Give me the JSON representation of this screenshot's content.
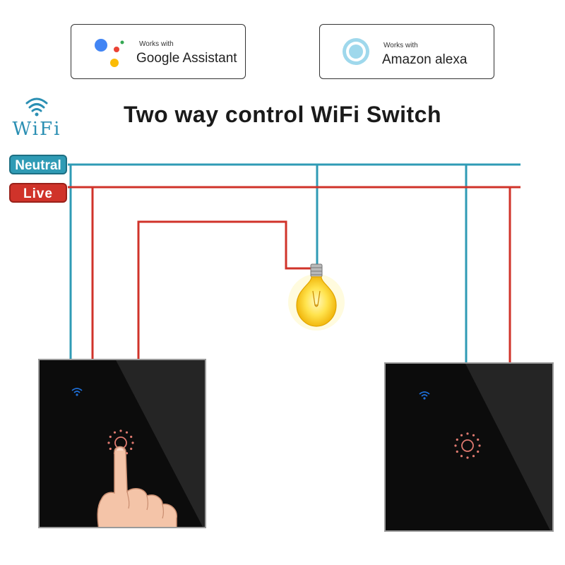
{
  "badges": {
    "google": {
      "small_text": "Works with",
      "big_text": "Google Assistant"
    },
    "alexa": {
      "small_text": "Works with",
      "big_text": "Amazon alexa"
    }
  },
  "title": "Two way control WiFi Switch",
  "wifi_logo": {
    "text": "WiFi",
    "icon": "wifi-icon"
  },
  "wire_labels": {
    "neutral": "Neutral",
    "live": "Live"
  },
  "colors": {
    "neutral_wire": "#2f9bb5",
    "live_wire": "#d0332a",
    "switch_panel": "#0c0c0c",
    "bulb_glow": "#ffe34d",
    "indicator": "#1e6fd9",
    "touch_ring": "#e07a70"
  },
  "icons": {
    "google_assistant": "google-assistant-dots-icon",
    "alexa": "alexa-ring-icon",
    "bulb": "light-bulb-icon",
    "finger": "pointing-finger-icon",
    "switch_wifi": "wifi-indicator-icon",
    "touch": "touch-ring-icon"
  }
}
